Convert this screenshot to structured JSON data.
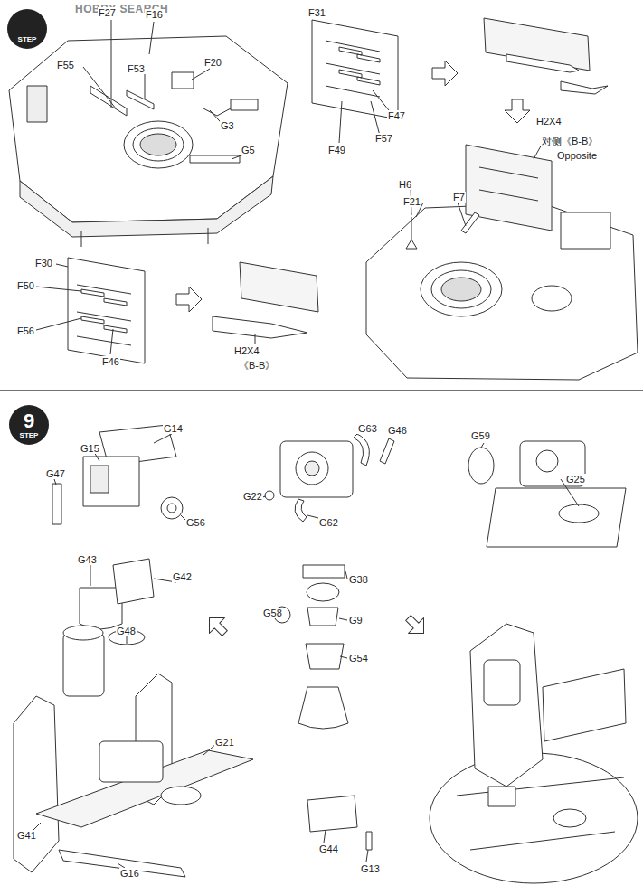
{
  "diagram": {
    "nodes": [
      {
        "text": [
          "STEP"
        ]
      },
      {
        "text": [
          "9",
          "STEP"
        ]
      }
    ],
    "labels": [
      "HOBBY SEARCH",
      "F27",
      "F16",
      "F55",
      "F53",
      "F20",
      "G3",
      "G5",
      "F31",
      "F47",
      "F57",
      "F49",
      "H2X4",
      "对侧《B-B》",
      "Opposite",
      "H6",
      "F21",
      "F7",
      "F30",
      "F50",
      "F56",
      "F46",
      "H2X4",
      "《B-B》",
      "G14",
      "G15",
      "G47",
      "G56",
      "G63",
      "G46",
      "G22",
      "G62",
      "G59",
      "G25",
      "G43",
      "G42",
      "G48",
      "G38",
      "G58",
      "G9",
      "G54",
      "G21",
      "G41",
      "G16",
      "G44",
      "G13"
    ]
  }
}
